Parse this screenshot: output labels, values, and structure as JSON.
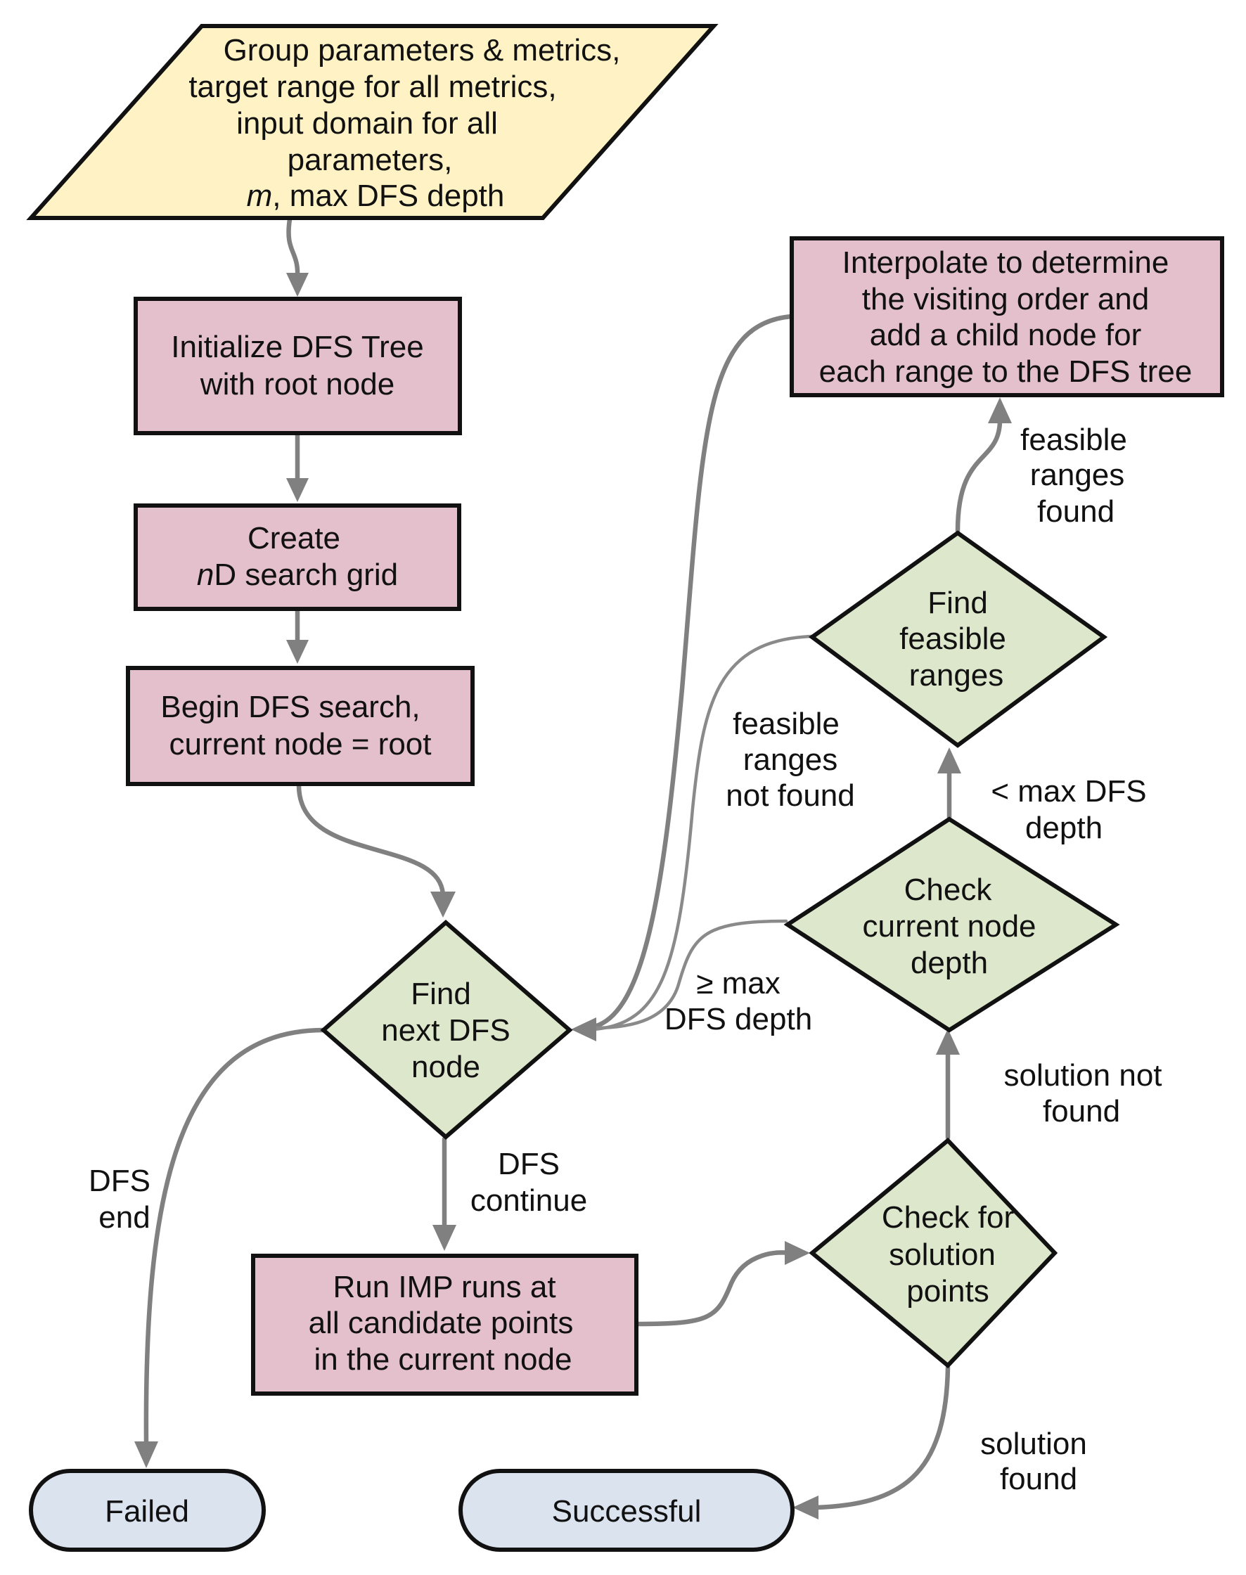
{
  "colors": {
    "input_fill": "#fff2c4",
    "process_fill": "#e3c0cb",
    "decision_fill": "#dde7cc",
    "terminal_fill": "#dbe3ee",
    "connector": "#808080",
    "outline": "#111111"
  },
  "nodes": {
    "input": {
      "lines": [
        "Group parameters & metrics,",
        "target range for all metrics,",
        "input domain for all",
        "parameters,"
      ],
      "last_line_italic": "m",
      "last_line_rest": ", max DFS depth"
    },
    "init": {
      "lines": [
        "Initialize DFS Tree",
        "with root node"
      ]
    },
    "create": {
      "line1": "Create",
      "line2_italic": "n",
      "line2_rest": "D search grid"
    },
    "begin": {
      "lines": [
        "Begin DFS search,",
        "current node = root"
      ]
    },
    "find_next": {
      "lines": [
        "Find",
        "next DFS",
        "node"
      ]
    },
    "run_imp": {
      "lines": [
        "Run IMP runs at",
        "all candidate points",
        "in the current node"
      ]
    },
    "check_solution": {
      "lines": [
        "Check for",
        "solution",
        "points"
      ]
    },
    "check_depth": {
      "lines": [
        "Check",
        "current node",
        "depth"
      ]
    },
    "find_ranges": {
      "lines": [
        "Find",
        "feasible",
        "ranges"
      ]
    },
    "interpolate": {
      "lines": [
        "Interpolate to determine",
        "the visiting order and",
        "add a child node for",
        "each range to the DFS tree"
      ]
    },
    "failed": {
      "label": "Failed"
    },
    "successful": {
      "label": "Successful"
    }
  },
  "edge_labels": {
    "dfs_end": [
      "DFS",
      "end"
    ],
    "dfs_continue": [
      "DFS",
      "continue"
    ],
    "solution_found": [
      "solution",
      "found"
    ],
    "solution_not_found": [
      "solution not",
      "found"
    ],
    "ge_max_depth": [
      "≥ max",
      "DFS depth"
    ],
    "lt_max_depth": [
      "< max DFS",
      "depth"
    ],
    "ranges_not_found": [
      "feasible",
      "ranges",
      "not found"
    ],
    "ranges_found": [
      "feasible",
      "ranges",
      "found"
    ]
  }
}
